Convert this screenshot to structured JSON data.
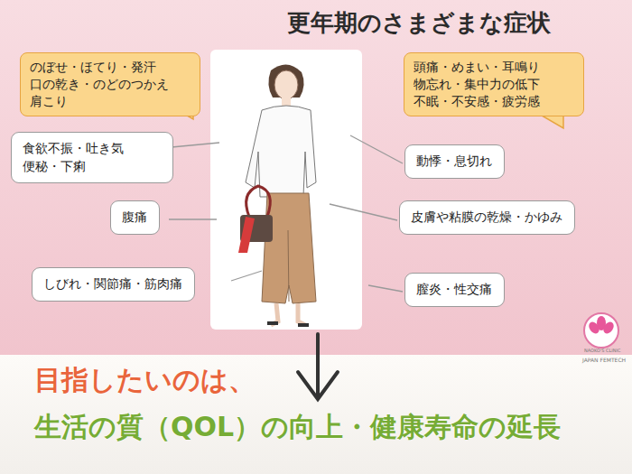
{
  "diagram": {
    "title": "更年期のさまざまな症状",
    "nodes": [
      {
        "text": [
          "のぼせ・ほてり・発汗 口の乾き・のどのつかえ 肩こり"
        ]
      },
      {
        "text": [
          "頭痛・めまい・耳鳴り 物忘れ・集中力の低下 不眠・不安感・疲労感"
        ]
      },
      {
        "text": [
          "食欲不振・吐き気 便秘・下痢"
        ]
      },
      {
        "text": [
          "動悸・息切れ"
        ]
      },
      {
        "text": [
          "腹痛"
        ]
      },
      {
        "text": [
          "皮膚や粘膜の乾燥・かゆみ"
        ]
      },
      {
        "text": [
          "しびれ・関節痛・筋肉痛"
        ]
      },
      {
        "text": [
          "膣炎・性交痛"
        ]
      },
      {
        "text": [
          "目指したいのは、",
          "生活の質（QOL）の向上・健康寿命の延長"
        ]
      }
    ],
    "edges": [],
    "labels": [
      "NAOKO'S CLINIC",
      "JAPAN FEMTECH"
    ]
  }
}
